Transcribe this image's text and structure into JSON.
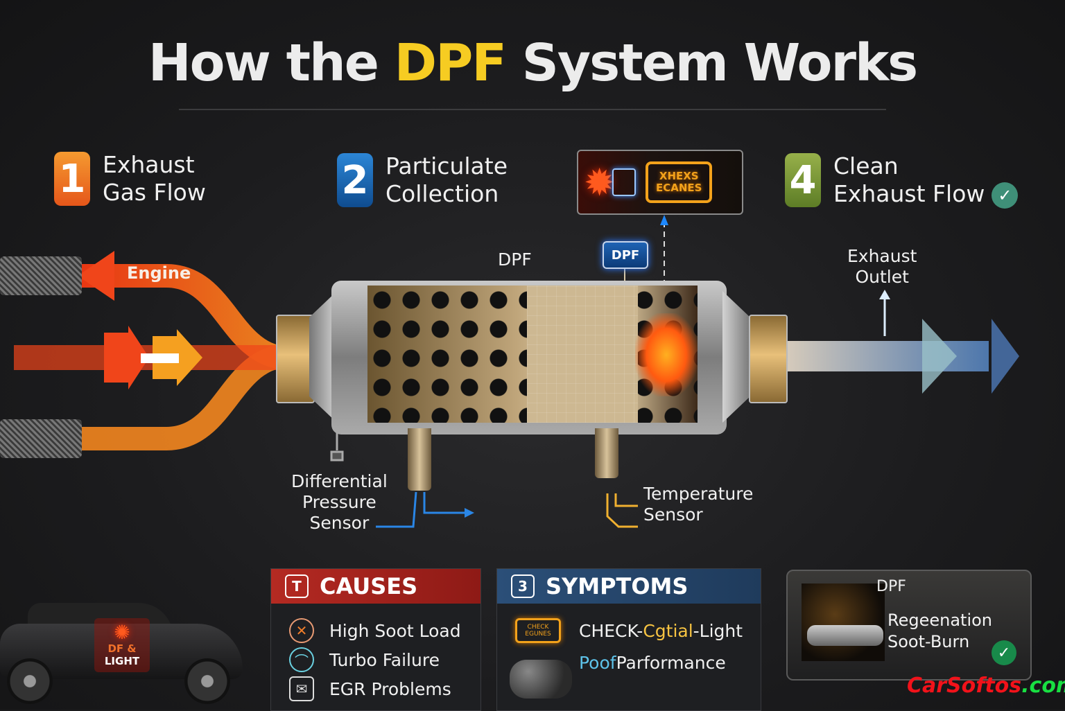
{
  "title": {
    "prefix": "How the ",
    "highlight": "DPF",
    "suffix": " System Works"
  },
  "steps": [
    {
      "number": "1",
      "label_line1": "Exhaust",
      "label_line2": "Gas Flow",
      "color": "#ee7a24"
    },
    {
      "number": "2",
      "label_line1": "Particulate",
      "label_line2": "Collection",
      "color": "#1e6fbf"
    },
    {
      "number": "4",
      "label_line1": "Clean",
      "label_line2": "Exhaust Flow",
      "color": "#7a9a38",
      "check": "✓"
    }
  ],
  "warning_lights": {
    "engine_icon_line1": "XHEXS",
    "engine_icon_line2": "ECANES",
    "gear_icon": "✹"
  },
  "diagram": {
    "engine_label": "Engine",
    "dpf_label": "DPF",
    "dpf_tag": "DPF",
    "exhaust_outlet_line1": "Exhaust",
    "exhaust_outlet_line2": "Outlet",
    "pressure_sensor_line1": "Differential",
    "pressure_sensor_line2": "Pressure",
    "pressure_sensor_line3": "Sensor",
    "temp_sensor_line1": "Temperature",
    "temp_sensor_line2": "Sensor"
  },
  "causes": {
    "icon": "T",
    "title": "CAUSES",
    "items": [
      {
        "icon": "x-icon",
        "glyph": "✕",
        "label": "High Soot Load"
      },
      {
        "icon": "turbo-icon",
        "glyph": "⌒",
        "label": "Turbo Failure"
      },
      {
        "icon": "egr-icon",
        "glyph": "✉",
        "label": "EGR Problems"
      }
    ]
  },
  "symptoms": {
    "icon": "3",
    "title": "SYMPTOMS",
    "engine_icon_line1": "CHECK",
    "engine_icon_line2": "EGUNES",
    "items": [
      {
        "part1": "CHECK-",
        "part2": "Cgtial",
        "part3": "-Light"
      },
      {
        "part1": "Poof",
        "part2": " Parformance"
      }
    ]
  },
  "regeneration": {
    "tag": "DPF",
    "line1": "Regeenation",
    "line2": "Soot-Burn",
    "check": "✓"
  },
  "car_sign": {
    "line1": "DF &",
    "line2": "LIGHT",
    "icon": "✺"
  },
  "watermark": {
    "part1": "CarSoftos",
    "part2": ".com"
  }
}
